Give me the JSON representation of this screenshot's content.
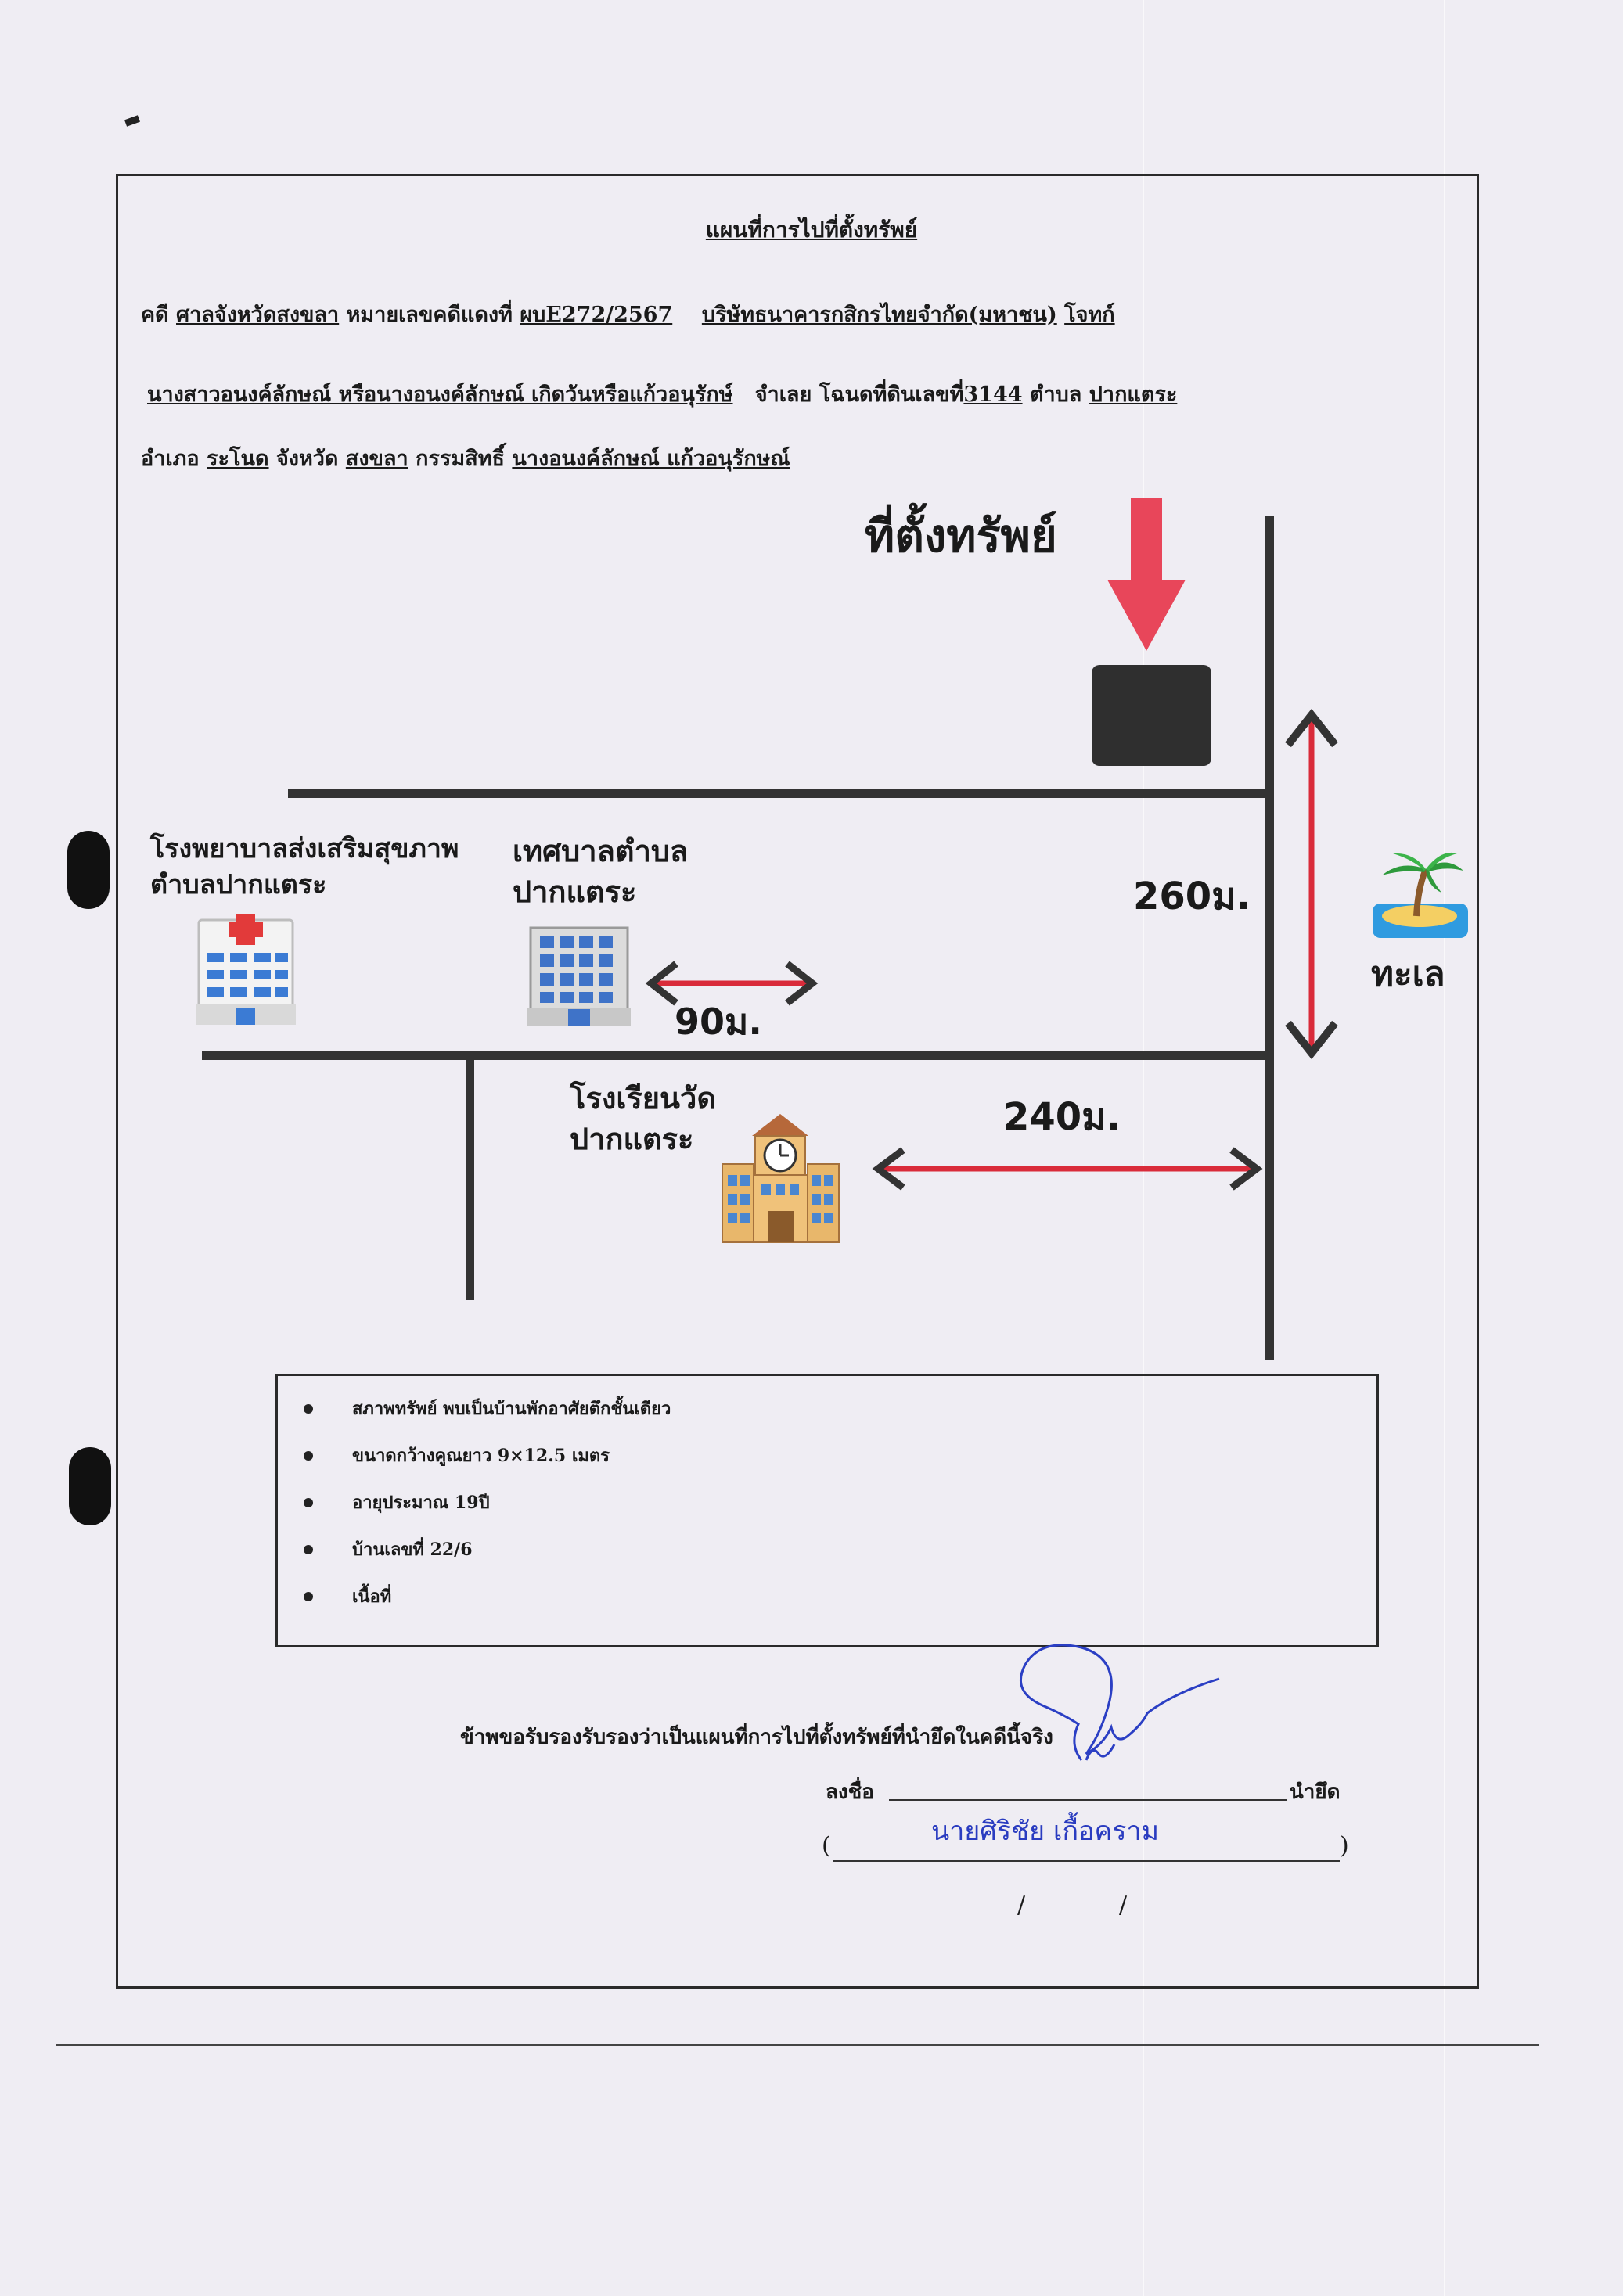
{
  "title": "แผนที่การไปที่ตั้งทรัพย์",
  "header": {
    "line1": {
      "case_prefix": "คดี",
      "court": "ศาลจังหวัดสงขลา",
      "red_no_label": "หมายเลขคดีแดงที่",
      "red_no": "ผบE272/2567",
      "plaintiff": "บริษัทธนาคารกสิกรไทยจำกัด(มหาชน)",
      "plaintiff_suffix": "โจทก์"
    },
    "line2": {
      "defendant": "นางสาวอนงค์ลักษณ์ หรือนางอนงค์ลักษณ์ เกิดวันหรือแก้วอนุรักษ์",
      "defendant_suffix": "จำเลย",
      "deed_label": "โฉนดที่ดินเลขที่",
      "deed_no": "3144",
      "tambon_label": "ตำบล",
      "tambon": "ปากแตระ"
    },
    "line3": {
      "amphoe_label": "อำเภอ",
      "amphoe": "ระโนด",
      "province_label": "จังหวัด",
      "province": "สงขลา",
      "owner_label": "กรรมสิทธิ์",
      "owner": "นางอนงค์ลักษณ์ แก้วอนุรักษณ์"
    }
  },
  "map": {
    "property_label": "ที่ตั้งทรัพย์",
    "hospital": [
      "โรงพยาบาลส่งเสริมสุขภาพ",
      "ตำบลปากแตระ"
    ],
    "municipality": [
      "เทศบาลตำบล",
      "ปากแตระ"
    ],
    "school": [
      "โรงเรียนวัด",
      "ปากแตระ"
    ],
    "sea_label": "ทะเล",
    "dist_vertical": "260ม.",
    "dist_municipality": "90ม.",
    "dist_school": "240ม.",
    "colors": {
      "arrow_red": "#e8465a",
      "dimension_red": "#d92b3a",
      "property_block": "#2f2f2f",
      "road": "#333333"
    },
    "icons": [
      "hospital-icon",
      "office-building-icon",
      "school-icon",
      "island-icon",
      "down-arrow-icon"
    ]
  },
  "notes": [
    "สภาพทรัพย์ พบเป็นบ้านพักอาศัยตึกชั้นเดียว",
    "ขนาดกว้างคูณยาว 9×12.5 เมตร",
    "อายุประมาณ 19ปี",
    "บ้านเลขที่ 22/6",
    "เนื้อที่"
  ],
  "certification": {
    "statement": "ข้าพขอรับรองรับรองว่าเป็นแผนที่การไปที่ตั้งทรัพย์ที่นำยึดในคดีนี้จริง",
    "sign_label": "ลงชื่อ",
    "role": "นำยึด",
    "signer_name": "นายศิริชัย เกื้อคราม",
    "paren_open": "(",
    "paren_close": ")",
    "date_slash1": "/",
    "date_slash2": "/"
  }
}
